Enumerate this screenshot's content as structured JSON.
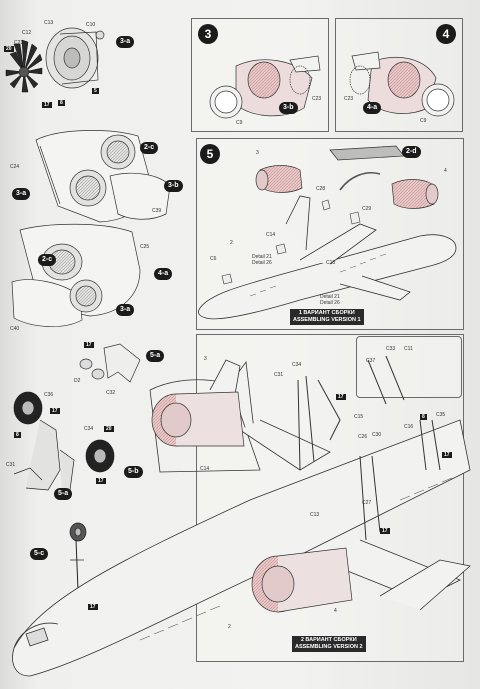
{
  "steps": {
    "s3": "3",
    "s4": "4",
    "s5": "5",
    "s3a": "3-a",
    "s3b": "3-b",
    "s4a": "4-a",
    "s5a": "5-a",
    "s5b": "5-b",
    "s5c": "5-c",
    "s2c": "2-c",
    "s2d": "2-d",
    "s3b_ref": "3-b",
    "s4a_ref": "4-a",
    "s3a_ref": "3-a",
    "s5c_ref": "5-c"
  },
  "parts": {
    "C12": "C12",
    "C21": "C21",
    "C10": "C10",
    "C13": "C13",
    "C24": "C24",
    "C39": "C39",
    "C25": "C25",
    "C40": "C40",
    "C32": "C32",
    "D2": "D2",
    "C36": "C36",
    "C34": "C34",
    "C31": "C31",
    "C23": "C23",
    "C9": "C9",
    "C28": "C28",
    "C29": "C29",
    "C14": "C14",
    "C6": "C6",
    "C15": "C15",
    "C26": "C26",
    "C30": "C30",
    "C27": "C27",
    "C16": "C16",
    "C35": "C35",
    "C37": "C37",
    "C33": "C33",
    "C11": "C11",
    "n2": "2",
    "n3": "3",
    "n4": "4"
  },
  "paint": {
    "p20": "20",
    "p17": "17",
    "p8": "8",
    "p5": "5"
  },
  "details": {
    "d1": "Detail 21",
    "d2": "Detail 26",
    "d3": "Detail 21",
    "d4": "Detail 26"
  },
  "captions": {
    "v1_ru": "1 ВАРИАНТ СБОРКИ",
    "v1_en": "ASSEMBLING VERSION 1",
    "v2_ru": "2 ВАРИАНТ СБОРКИ",
    "v2_en": "ASSEMBLING VERSION 2"
  },
  "colors": {
    "ink": "#1b1b1b",
    "line": "#3a3a3a",
    "shade": "#cfcfcf",
    "pink": "#c98c8c"
  }
}
